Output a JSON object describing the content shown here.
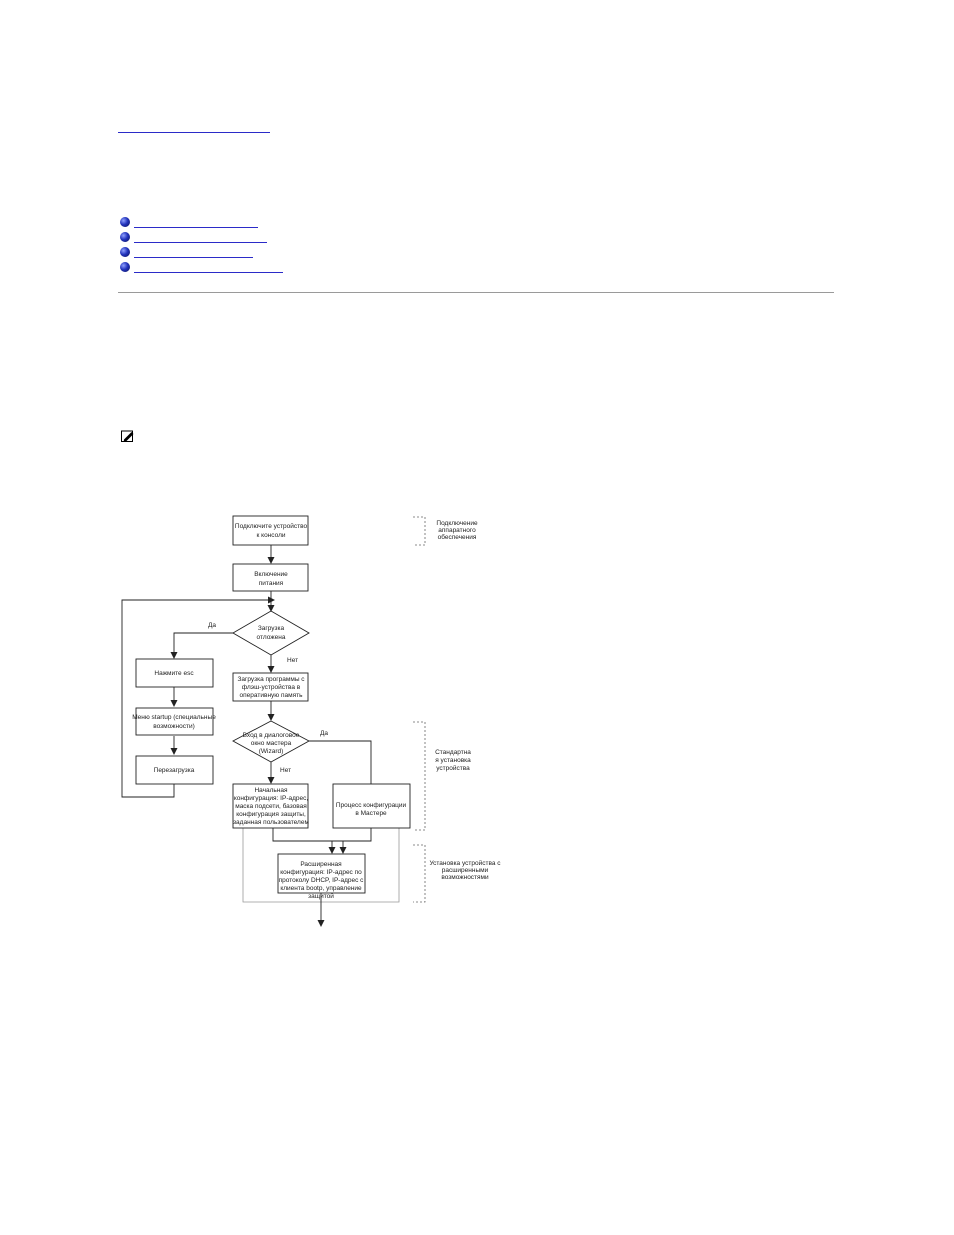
{
  "flowchart": {
    "connect": [
      "Подключите устройство",
      "к консоли"
    ],
    "power": [
      "Включение",
      "питания"
    ],
    "boot_decision": [
      "Загрузка",
      "отложена"
    ],
    "yes_left": "Да",
    "no_boot": "Нет",
    "press_esc": "Нажмите esc",
    "startup_menu": [
      "Меню startup (специальные",
      "возможности)"
    ],
    "reboot": "Перезагрузка",
    "load_flash": [
      "Загрузка программы с",
      "флэш-устройства в",
      "оперативную память"
    ],
    "wizard_decision": [
      "Вход в диалоговое",
      "окно мастера",
      "(Wizard)"
    ],
    "yes_right": "Да",
    "no_wizard": "Нет",
    "initial_config": [
      "Начальная",
      "конфигурация: IP-адрес,",
      "маска подсети, базовая",
      "конфигурация защиты,",
      "заданная пользователем"
    ],
    "wizard_process": [
      "Процесс конфигурации",
      "в Мастере"
    ],
    "advanced_config": [
      "Расширенная",
      "конфигурация: IP-адрес по",
      "протоколу DHCP, IP-адрес с",
      "клиента bootp, управление",
      "защитой"
    ],
    "annotation_hardware": [
      "Подключение",
      "аппаратного",
      "обеспечения"
    ],
    "annotation_standard": [
      "Стандартна",
      "я установка",
      "устройства"
    ],
    "annotation_advanced": [
      "Установка устройства с",
      "расширенными",
      "возможностями"
    ]
  }
}
